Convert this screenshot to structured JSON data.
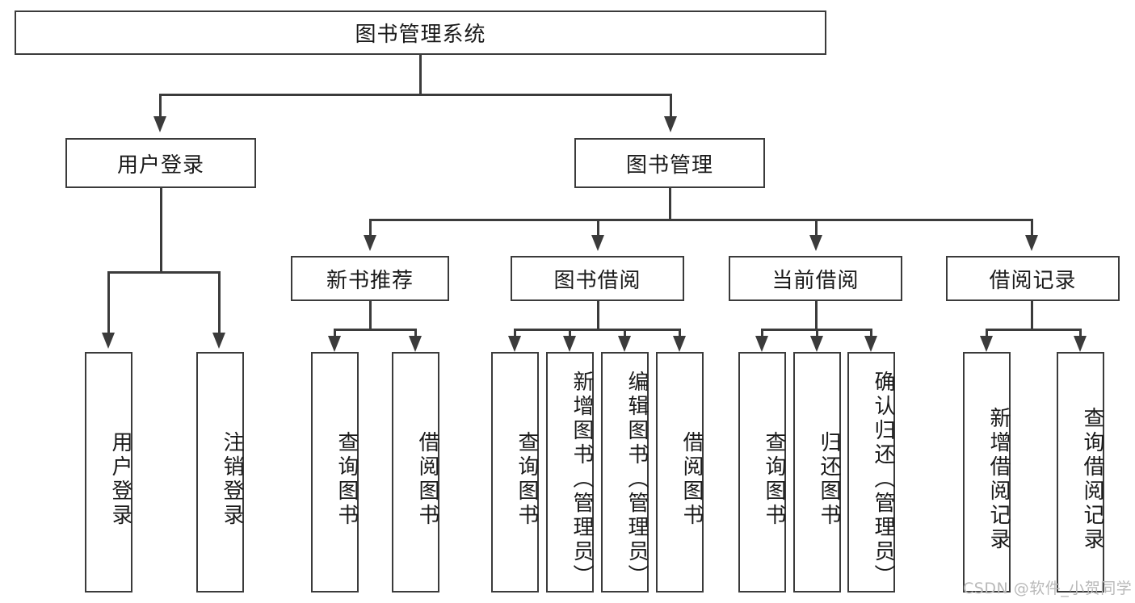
{
  "diagram": {
    "type": "tree-hierarchy",
    "title": "图书管理系统",
    "root": {
      "label": "图书管理系统"
    },
    "level1": [
      {
        "id": "user-login",
        "label": "用户登录"
      },
      {
        "id": "book-management",
        "label": "图书管理"
      }
    ],
    "level2": [
      {
        "id": "new-book-recommend",
        "label": "新书推荐",
        "parent": "book-management"
      },
      {
        "id": "book-borrow",
        "label": "图书借阅",
        "parent": "book-management"
      },
      {
        "id": "current-borrow",
        "label": "当前借阅",
        "parent": "book-management"
      },
      {
        "id": "borrow-record",
        "label": "借阅记录",
        "parent": "book-management"
      }
    ],
    "leaves": {
      "user-login": [
        {
          "id": "leaf-user-login",
          "label": "用户登录"
        },
        {
          "id": "leaf-logout-login",
          "label": "注销登录"
        }
      ],
      "new-book-recommend": [
        {
          "id": "leaf-query-book-1",
          "label": "查询图书"
        },
        {
          "id": "leaf-borrow-book-1",
          "label": "借阅图书"
        }
      ],
      "book-borrow": [
        {
          "id": "leaf-query-book-2",
          "label": "查询图书"
        },
        {
          "id": "leaf-add-book",
          "label": "新增图书（管理员）"
        },
        {
          "id": "leaf-edit-book",
          "label": "编辑图书（管理员）"
        },
        {
          "id": "leaf-borrow-book-2",
          "label": "借阅图书"
        }
      ],
      "current-borrow": [
        {
          "id": "leaf-query-book-3",
          "label": "查询图书"
        },
        {
          "id": "leaf-return-book",
          "label": "归还图书"
        },
        {
          "id": "leaf-confirm-return",
          "label": "确认归还（管理员）"
        }
      ],
      "borrow-record": [
        {
          "id": "leaf-add-record",
          "label": "新增借阅记录"
        },
        {
          "id": "leaf-query-record",
          "label": "查询借阅记录"
        }
      ]
    }
  },
  "watermark": {
    "text": "CSDN @软件_小贺同学"
  },
  "colors": {
    "stroke": "#3b3b3b",
    "background": "#ffffff",
    "text": "#1a1a1a",
    "watermark": "#b9b9b9"
  }
}
